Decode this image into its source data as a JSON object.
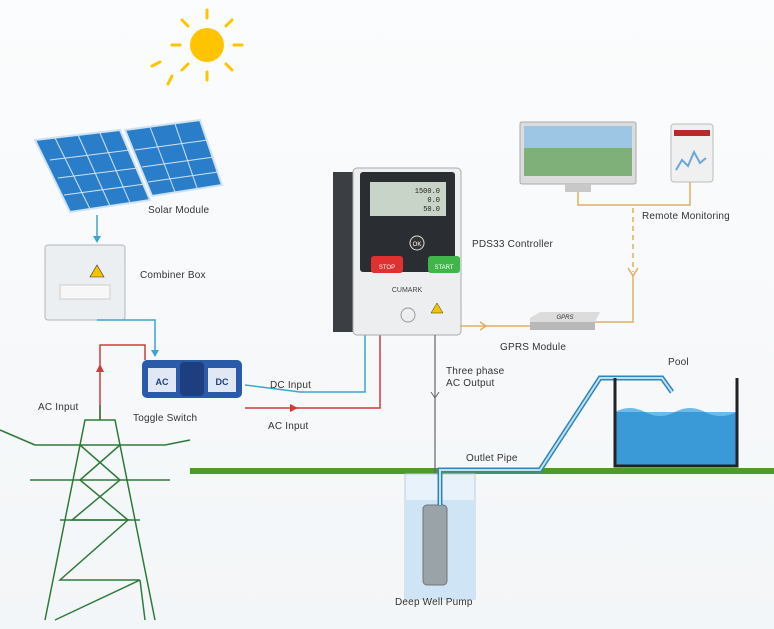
{
  "labels": {
    "solar_module": "Solar Module",
    "combiner_box": "Combiner Box",
    "ac_input_left": "AC Input",
    "toggle_switch": "Toggle Switch",
    "dc_input": "DC Input",
    "ac_input": "AC Input",
    "controller": "PDS33 Controller",
    "output_line1": "Three phase",
    "output_line2": "AC Output",
    "gprs_module": "GPRS Module",
    "remote_monitoring": "Remote Monitoring",
    "pool": "Pool",
    "outlet_pipe": "Outlet Pipe",
    "deep_well_pump": "Deep Well Pump"
  },
  "controller_panel": {
    "readout1": "1500.0",
    "readout2": "0.0",
    "readout3": "50.0",
    "ok": "OK",
    "stop": "STOP",
    "start": "START",
    "brand": "CUMARK"
  },
  "switch": {
    "ac": "AC",
    "dc": "DC"
  },
  "gprs_plate": "GPRS",
  "colors": {
    "dc_line": "#3aa6d0",
    "ac_line": "#d23a3a",
    "signal_line": "#e0b060",
    "water": "#3a9ad8",
    "grass": "#4f9a2a"
  }
}
